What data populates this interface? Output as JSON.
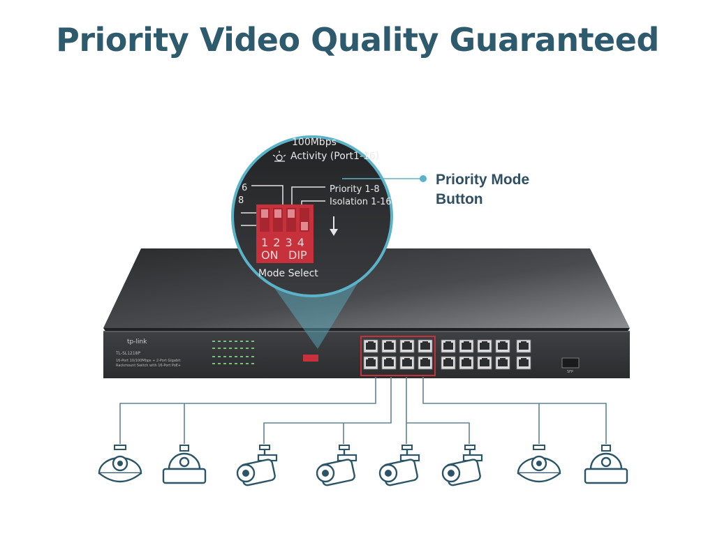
{
  "title": "Priority Video Quality Guaranteed",
  "callout": {
    "line1": "Priority Mode",
    "line2": "Button"
  },
  "magnifier": {
    "header_top": "100Mbps",
    "activity": "Activity (Port1-16)",
    "priority": "Priority 1-8",
    "isolation": "Isolation 1-16",
    "left_6": "6",
    "left_8": "8",
    "dip_numbers": "1 2 3 4",
    "dip_on": "ON",
    "dip_dip": "DIP",
    "mode_select": "Mode Select"
  },
  "device": {
    "brand": "tp-link",
    "model": "TL-SL1218P",
    "desc_line1": "16-Port 10/100Mbps + 2-Port Gigabit",
    "desc_line2": "Rackmount Switch with 16-Port PoE+",
    "sfp_label": "SFP"
  },
  "cameras": [
    {
      "type": "dome"
    },
    {
      "type": "flat-dome"
    },
    {
      "type": "bullet"
    },
    {
      "type": "bullet"
    },
    {
      "type": "bullet"
    },
    {
      "type": "bullet"
    },
    {
      "type": "dome"
    },
    {
      "type": "flat-dome"
    }
  ],
  "colors": {
    "title": "#2e5a6e",
    "accent": "#5ab3c8",
    "line": "#5e8493",
    "dip": "#c7313b"
  }
}
